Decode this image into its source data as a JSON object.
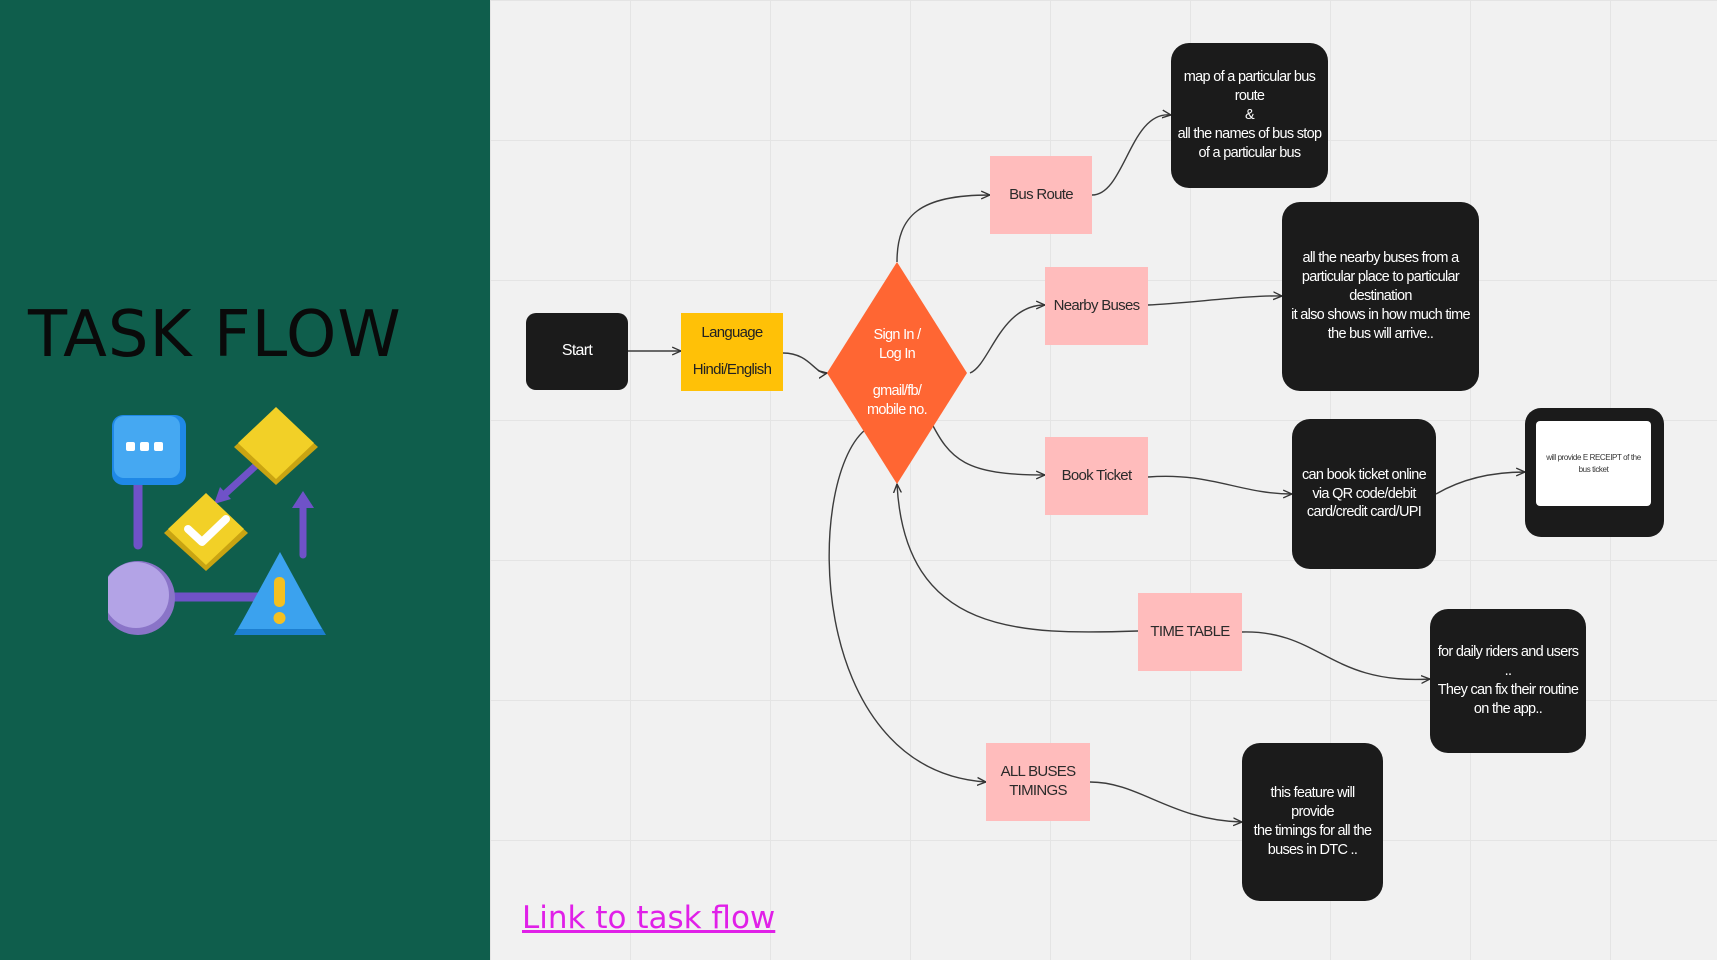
{
  "page": {
    "title": "TASK FLOW",
    "link_text": "Link to task flow"
  },
  "colors": {
    "sidebar": "#0f5e4c",
    "canvas": "#f1f1f1",
    "dark_box": "#1b1b1b",
    "pink_box": "#ffbcbc",
    "yellow_box": "#ffc107",
    "diamond": "#ff6633",
    "link": "#e020e8"
  },
  "icons": [
    "chat-bubble-icon",
    "diamond-icon",
    "checkmark-diamond-icon",
    "circle-node-icon",
    "warning-triangle-icon"
  ],
  "flow": {
    "start": "Start",
    "language": "Language\n\nHindi/English",
    "signin": "Sign In /\nLog In\n\ngmail/fb/\nmobile no.",
    "bus_route": "Bus Route",
    "nearby_buses": "Nearby  Buses",
    "book_ticket": "Book Ticket",
    "time_table": "TIME TABLE",
    "all_buses_timings": "ALL BUSES\nTIMINGS",
    "bus_route_detail": "map of a particular bus\nroute\n&\nall the names of bus stop\nof a particular bus",
    "nearby_detail": "all the nearby buses from a\nparticular place to particular\ndestination\nit also shows in how much time\nthe bus will arrive..",
    "book_detail": "can book ticket online\nvia QR code/debit\ncard/credit card/UPI",
    "receipt": "will provide E RECEIPT of the\nbus ticket",
    "timetable_detail": "for daily riders and users ..\nThey can fix their routine\non the app..",
    "timings_detail": "this  feature will provide\nthe timings for all the\nbuses in DTC .."
  }
}
